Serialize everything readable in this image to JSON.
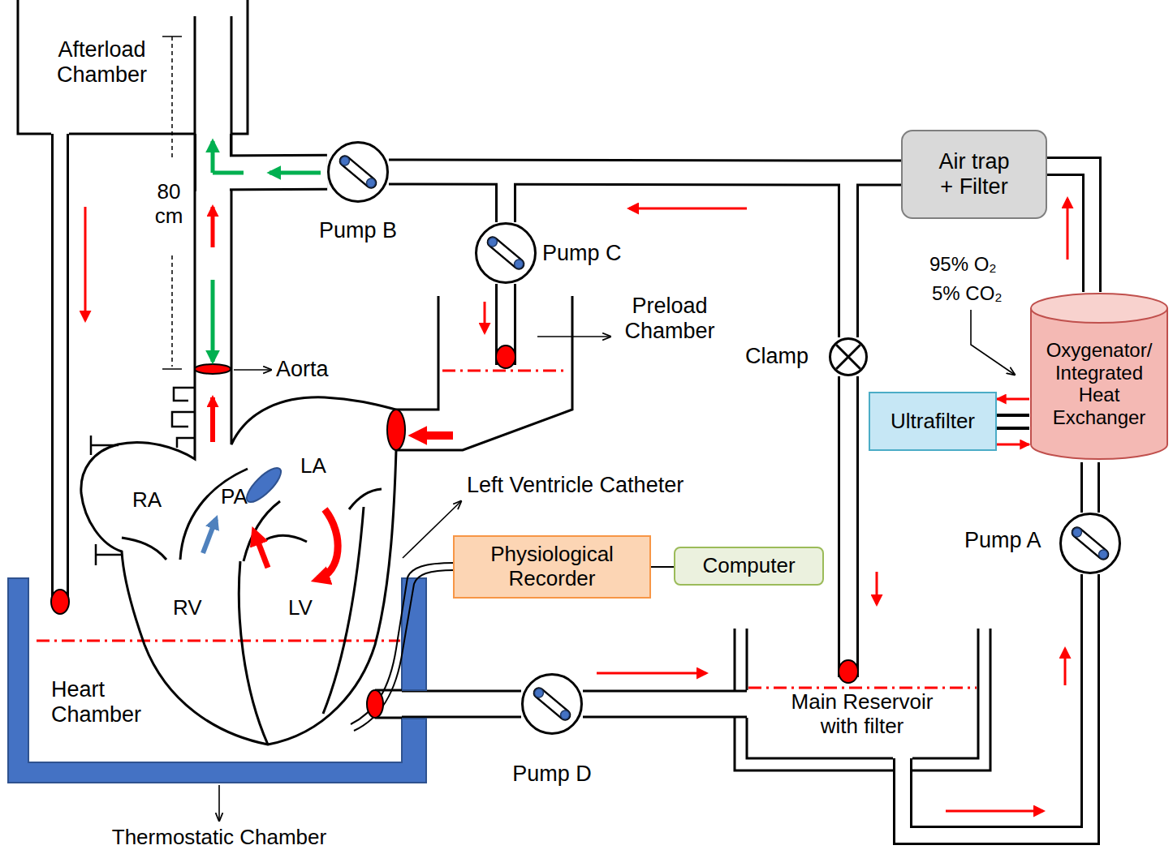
{
  "diagram": {
    "nodes": [
      {
        "text": [
          "Afterload Chamber"
        ]
      },
      {
        "text": [
          "Pump B"
        ]
      },
      {
        "text": [
          "Air trap + Filter"
        ]
      },
      {
        "text": [
          "Pump C"
        ]
      },
      {
        "text": [
          "Preload Chamber"
        ]
      },
      {
        "text": [
          "Clamp"
        ]
      },
      {
        "text": [
          "Oxygenator/ Integrated Heat Exchanger"
        ]
      },
      {
        "text": [
          "Ultrafilter"
        ]
      },
      {
        "text": [
          "Pump A"
        ]
      },
      {
        "text": [
          "Physiological Recorder"
        ]
      },
      {
        "text": [
          "Computer"
        ]
      },
      {
        "text": [
          "Heart Chamber"
        ]
      },
      {
        "text": [
          "Pump D"
        ]
      },
      {
        "text": [
          "Main Reservoir with filter"
        ]
      }
    ],
    "edges": [
      {
        "from": 0,
        "to": 11,
        "arrow": "none"
      },
      {
        "from": 1,
        "to": 0,
        "arrow": "none"
      },
      {
        "from": 2,
        "to": 1,
        "arrow": "none"
      },
      {
        "from": 2,
        "to": 3,
        "arrow": "none"
      },
      {
        "from": 2,
        "to": 5,
        "arrow": "none"
      },
      {
        "from": 5,
        "to": 13,
        "arrow": "none"
      },
      {
        "from": 3,
        "to": 4,
        "arrow": "none"
      },
      {
        "from": 8,
        "to": 6,
        "arrow": "none"
      },
      {
        "from": 6,
        "to": 2,
        "arrow": "none"
      },
      {
        "from": 6,
        "to": 7,
        "arrow": "to"
      },
      {
        "from": 7,
        "to": 6,
        "arrow": "to"
      },
      {
        "from": 13,
        "to": 8,
        "arrow": "none"
      },
      {
        "from": 11,
        "to": 12,
        "arrow": "none"
      },
      {
        "from": 12,
        "to": 13,
        "arrow": "none"
      },
      {
        "from": 9,
        "to": 10,
        "arrow": "none"
      }
    ],
    "labels": [
      "80 cm",
      "Aorta",
      "RA",
      "PA",
      "LA",
      "RV",
      "LV",
      "Left Ventricle Catheter",
      "95% O₂",
      "5% CO₂",
      "Thermostatic Chamber"
    ]
  }
}
